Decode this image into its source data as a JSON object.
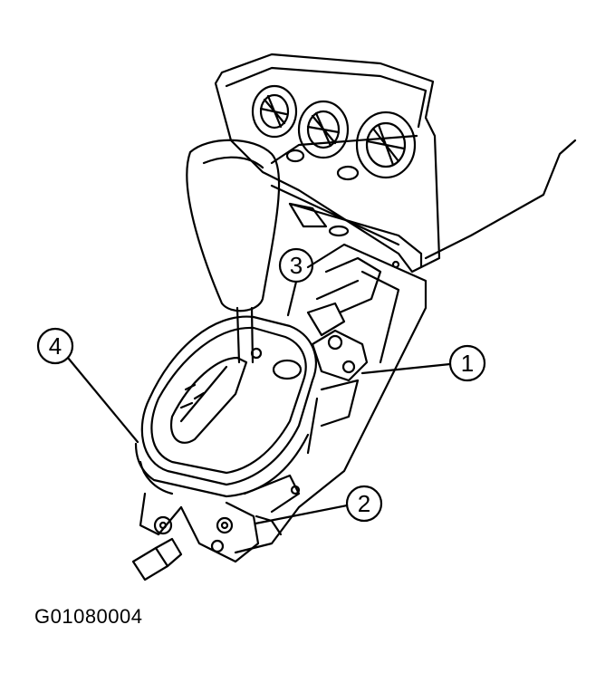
{
  "figure_code": "G01080004",
  "callouts": [
    {
      "id": "callout-1",
      "label": "1"
    },
    {
      "id": "callout-2",
      "label": "2"
    },
    {
      "id": "callout-3",
      "label": "3"
    },
    {
      "id": "callout-4",
      "label": "4"
    }
  ],
  "colors": {
    "line": "#000000",
    "background": "#ffffff"
  }
}
